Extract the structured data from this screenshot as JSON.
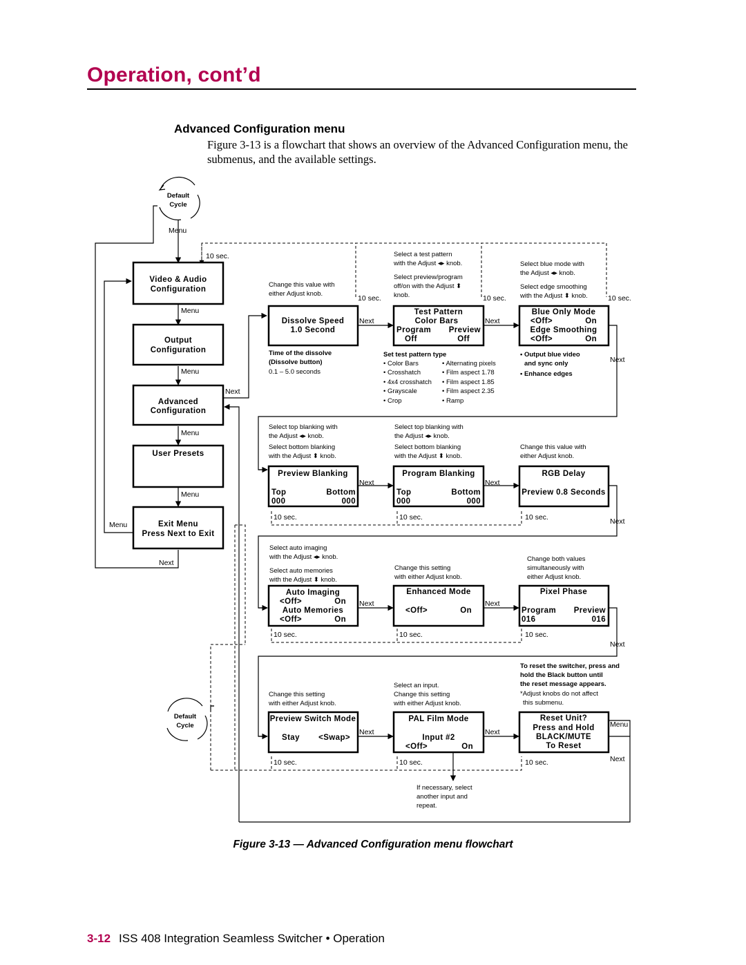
{
  "header": {
    "section_title": "Operation, cont’d"
  },
  "section": {
    "title": "Advanced Configuration menu",
    "intro": "Figure 3-13 is a flowchart that shows an overview of the Advanced Configuration menu, the submenus, and the available settings."
  },
  "flow": {
    "cycle": {
      "line1": "Default",
      "line2": "Cycle"
    },
    "common": {
      "menu": "Menu",
      "next": "Next",
      "timeout": "10 sec."
    },
    "main_menu": [
      {
        "line1": "Video & Audio",
        "line2": "Configuration"
      },
      {
        "line1": "Output",
        "line2": "Configuration"
      },
      {
        "line1": "Advanced",
        "line2": "Configuration"
      },
      {
        "line1": "User Presets",
        "line2": ""
      },
      {
        "line1": "Exit Menu",
        "line2": "Press Next to Exit"
      }
    ],
    "row1": {
      "dissolve": {
        "screen": [
          "Dissolve Speed",
          "1.0 Second"
        ],
        "hint": [
          "Change this value with",
          "either Adjust knob."
        ],
        "info_title": [
          "Time of the dissolve",
          "(Dissolve button)"
        ],
        "info": [
          "0.1 – 5.0 seconds"
        ]
      },
      "test_pattern": {
        "screen": [
          "Test Pattern",
          "Color Bars",
          "Program",
          "Preview",
          "Off",
          "Off"
        ],
        "hint": [
          "Select a test pattern",
          "with the Adjust ◂▸ knob.",
          "Select preview/program",
          "off/on with the Adjust ⬍",
          "knob."
        ],
        "info_title": "Set test pattern type",
        "patterns_col1": [
          "• Color Bars",
          "• Crosshatch",
          "• 4x4 crosshatch",
          "• Grayscale",
          "• Crop"
        ],
        "patterns_col2": [
          "• Alternating pixels",
          "• Film aspect 1.78",
          "• Film aspect 1.85",
          "• Film aspect 2.35",
          "• Ramp"
        ]
      },
      "blue_only": {
        "screen": [
          "Blue Only Mode",
          "<Off>",
          "On",
          "Edge Smoothing",
          "<Off>",
          "On"
        ],
        "hint": [
          "Select blue mode with",
          "the Adjust ◂▸ knob.",
          "Select edge smoothing",
          "with the Adjust ⬍ knob."
        ],
        "info": [
          "• Output blue video",
          "and sync only",
          "• Enhance edges"
        ]
      }
    },
    "row2": {
      "preview_blanking": {
        "screen": [
          "Preview Blanking",
          "Top",
          "Bottom",
          "000",
          "000"
        ],
        "hint": [
          "Select top blanking with",
          "the Adjust ◂▸ knob.",
          "Select bottom blanking",
          "with the Adjust ⬍ knob."
        ]
      },
      "program_blanking": {
        "screen": [
          "Program Blanking",
          "Top",
          "Bottom",
          "000",
          "000"
        ],
        "hint": [
          "Select top blanking with",
          "the Adjust ◂▸ knob.",
          "Select bottom blanking",
          "with the Adjust ⬍ knob."
        ]
      },
      "rgb_delay": {
        "screen": [
          "RGB Delay",
          "Preview 0.8 Seconds"
        ],
        "hint": [
          "Change this value with",
          "either Adjust knob."
        ]
      }
    },
    "row3": {
      "auto_imaging": {
        "screen": [
          "Auto Imaging",
          "<Off>",
          "On",
          "Auto Memories",
          "<Off>",
          "On"
        ],
        "hint": [
          "Select auto imaging",
          "with the Adjust ◂▸ knob.",
          "Select auto memories",
          "with the Adjust ⬍ knob."
        ]
      },
      "enhanced_mode": {
        "screen": [
          "Enhanced Mode",
          "<Off>",
          "On"
        ],
        "hint": [
          "Change this setting",
          "with either Adjust knob."
        ]
      },
      "pixel_phase": {
        "screen": [
          "Pixel Phase",
          "Program",
          "Preview",
          "016",
          "016"
        ],
        "hint": [
          "Change both values",
          "simultaneously with",
          "either Adjust knob."
        ]
      }
    },
    "row4": {
      "preview_switch": {
        "screen": [
          "Preview Switch Mode",
          "Stay",
          "<Swap>"
        ],
        "hint": [
          "Change this setting",
          "with either Adjust knob."
        ]
      },
      "pal_film": {
        "screen": [
          "PAL Film Mode",
          "Input #2",
          "<Off>",
          "On"
        ],
        "hint": [
          "Select an input.",
          "Change this setting",
          "with either Adjust knob."
        ],
        "below": [
          "If necessary, select",
          "another input and",
          "repeat."
        ]
      },
      "reset": {
        "screen": [
          "Reset Unit?",
          "Press and Hold",
          "BLACK/MUTE",
          "To Reset"
        ],
        "hint_bold": [
          "To reset the switcher, press and",
          "hold the Black button until",
          "the reset message appears."
        ],
        "hint": [
          "*Adjust knobs do not affect",
          "this submenu."
        ]
      }
    }
  },
  "figure": {
    "caption": "Figure 3-13 — Advanced Configuration menu flowchart"
  },
  "footer": {
    "page": "3-12",
    "text": "ISS 408 Integration Seamless Switcher • Operation"
  }
}
